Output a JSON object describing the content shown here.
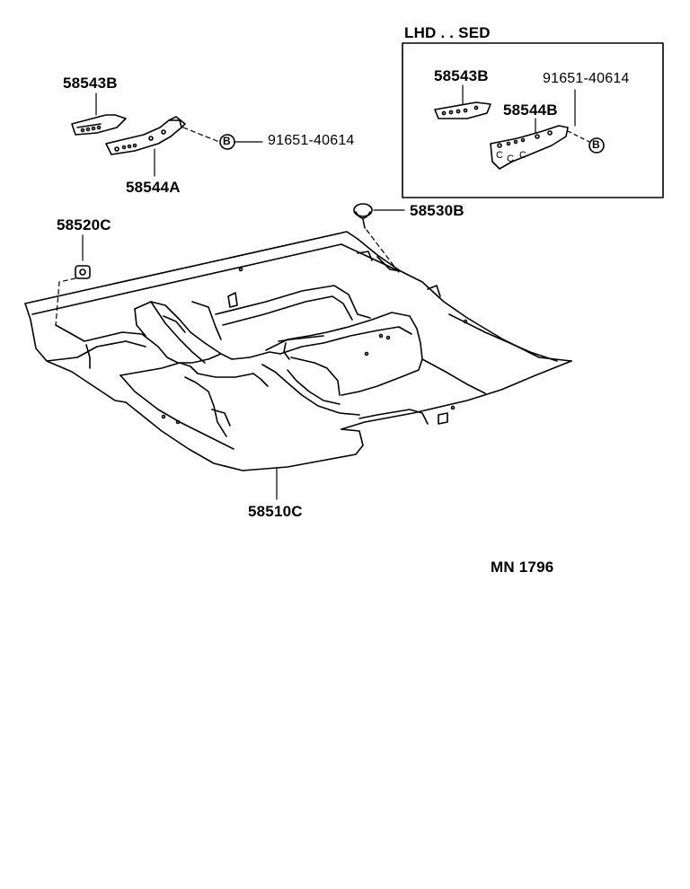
{
  "diagram": {
    "inset_title": "LHD . . SED",
    "drawing_id": "MN 1796",
    "parts": {
      "bracket_upper_left": "58543B",
      "bracket_left": "58544A",
      "bolt_left": "91651-40614",
      "clip_left": "58520C",
      "clip_right": "58530B",
      "carpet": "58510C",
      "inset_bracket_upper": "58543B",
      "inset_bracket": "58544B",
      "inset_bolt": "91651-40614"
    },
    "bolt_symbol": "B",
    "clip_symbol": "C"
  }
}
